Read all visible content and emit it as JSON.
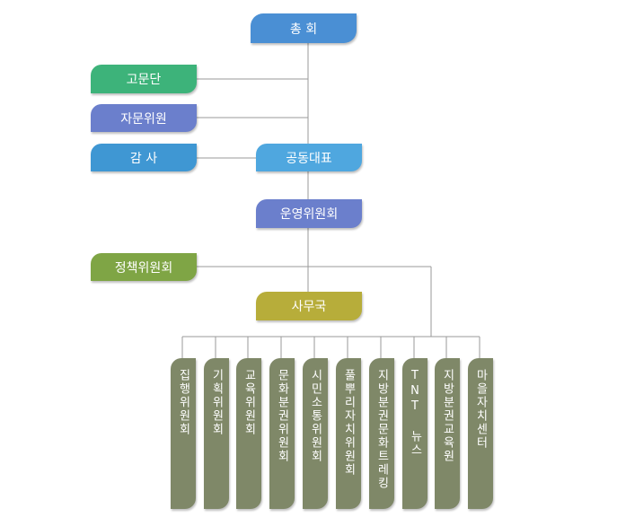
{
  "top": {
    "label": "총 회",
    "color": "#4a8fd4"
  },
  "side_left": [
    {
      "label": "고문단",
      "color": "#3db37a"
    },
    {
      "label": "자문위원",
      "color": "#6b7fcc"
    },
    {
      "label": "감 사",
      "color": "#3f97d3"
    }
  ],
  "co_rep": {
    "label": "공동대표",
    "color": "#4fa7df"
  },
  "operating": {
    "label": "운영위원회",
    "color": "#6b7fcc"
  },
  "policy": {
    "label": "정책위원회",
    "color": "#7fa545"
  },
  "secretariat": {
    "label": "사무국",
    "color": "#b7ad3a"
  },
  "committees": [
    "집행위원회",
    "기획위원회",
    "교육위원회",
    "문화분권위원회",
    "시민소통위원회",
    "풀뿌리자치위원회",
    "지방분권문화트레킹",
    "TNT 뉴스",
    "지방분권교육원",
    "마을자치센터"
  ],
  "committee_color": "#7f8868"
}
